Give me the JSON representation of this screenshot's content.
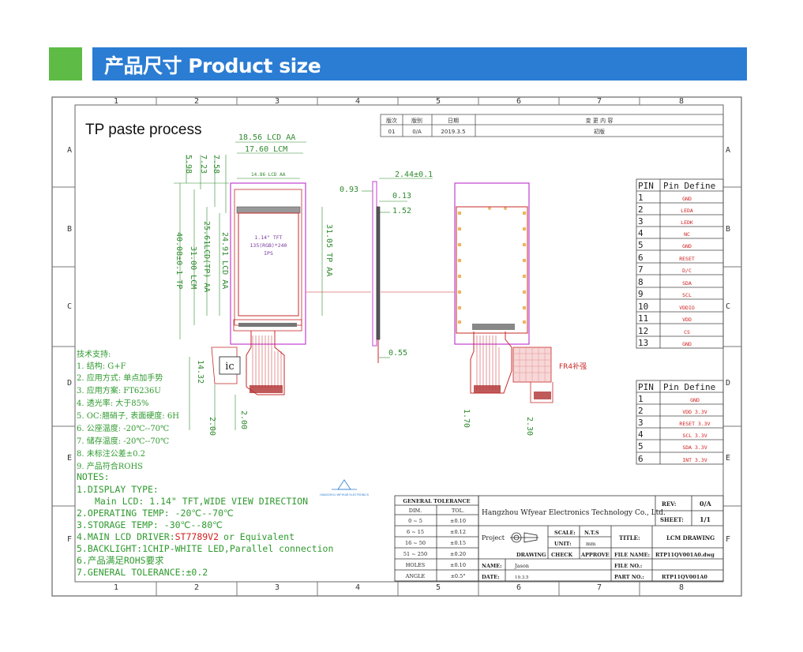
{
  "header": {
    "title": "产品尺寸 Product size"
  },
  "grid": {
    "cols": [
      "1",
      "2",
      "3",
      "4",
      "5",
      "6",
      "7",
      "8"
    ],
    "rows": [
      "A",
      "B",
      "C",
      "D",
      "E",
      "F"
    ]
  },
  "process_title": "TP paste process",
  "revision": {
    "headers": [
      "版次",
      "版别",
      "日期",
      "变  更  内  容"
    ],
    "row": [
      "01",
      "0/A",
      "2019.3.5",
      "初版"
    ]
  },
  "dims": {
    "top1": "18.56 LCD AA",
    "top2": "17.60 LCM",
    "top3": "14.86 LCD AA",
    "v598": "5.98",
    "v723": "7.23",
    "v758": "7.58",
    "side1": "2.44±0.1",
    "side2": "0.93",
    "side3": "0.13",
    "side4": "1.52",
    "side5": "0.55",
    "left1": "40.08±0.1 TP",
    "left2": "31.00 LCM",
    "left3": "25.61LCD(TP) AA",
    "left4": "24.91 LCD AA",
    "right1": "31.05 TP AA",
    "fpc1": "14.32",
    "fpc2": "2.00",
    "fpc3": "2.00",
    "fpc4": "1.70",
    "fpc5": "2.30"
  },
  "lcd_text": [
    "1.14\" TFT",
    "135(RGB)*240",
    "IPS"
  ],
  "ic_label": "ic",
  "fr4_label": "FR4补强",
  "pin_table1": {
    "headers": [
      "PIN",
      "Pin Define"
    ],
    "rows": [
      [
        "1",
        "GND"
      ],
      [
        "2",
        "LEDA"
      ],
      [
        "3",
        "LEDK"
      ],
      [
        "4",
        "NC"
      ],
      [
        "5",
        "GND"
      ],
      [
        "6",
        "RESET"
      ],
      [
        "7",
        "D/C"
      ],
      [
        "8",
        "SDA"
      ],
      [
        "9",
        "SCL"
      ],
      [
        "10",
        "VDDIO"
      ],
      [
        "11",
        "VDD"
      ],
      [
        "12",
        "CS"
      ],
      [
        "13",
        "GND"
      ]
    ]
  },
  "pin_table2": {
    "headers": [
      "PIN",
      "Pin Define"
    ],
    "rows": [
      [
        "1",
        "GND"
      ],
      [
        "2",
        "VDD 3.3V"
      ],
      [
        "3",
        "RESET 3.3V"
      ],
      [
        "4",
        "SCL 3.3V"
      ],
      [
        "5",
        "SDA 3.3V"
      ],
      [
        "6",
        "INT 3.3V"
      ]
    ]
  },
  "tech_support": [
    "技术支持:",
    "1. 结构: G+F",
    "2. 应用方式: 单点加手势",
    "3. 应用方案: FT6236U",
    "4. 透光率: 大于85%",
    "5. OC:翘硝子, 表面硬度: 6H",
    "6. 公座温度: -20℃--70℃",
    "7. 储存温度: -20℃--70℃",
    "8. 未标注公差±0.2",
    "9. 产品符合ROHS"
  ],
  "notes": {
    "title": "NOTES:",
    "display_type": "1.DISPLAY TYPE:",
    "main_lcd": "Main LCD: 1.14\" TFT,WIDE VIEW DIRECTION",
    "operating": "2.OPERATING TEMP: -20℃--70℃",
    "storage": "3.STORAGE TEMP: -30℃--80℃",
    "driver_prefix": "4.MAIN LCD DRIVER:",
    "driver_chip": "ST7789V2",
    "driver_suffix": "or Equivalent",
    "backlight": "5.BACKLIGHT:1CHIP-WHITE LED,Parallel connection",
    "rohs": "6.产品满足ROHS要求",
    "tolerance": "7.GENERAL TOLERANCE:±0.2"
  },
  "tolerance_table": {
    "title": "GENERAL TOLERANCE",
    "headers": [
      "DIM.",
      "TOL."
    ],
    "rows": [
      [
        "0 ~ 5",
        "±0.10"
      ],
      [
        "6 ~ 15",
        "±0.12"
      ],
      [
        "16 ~ 50",
        "±0.15"
      ],
      [
        "51 ~ 250",
        "±0.20"
      ],
      [
        "HOLES",
        "±0.10"
      ],
      [
        "ANGLE",
        "±0.5°"
      ]
    ]
  },
  "title_block": {
    "company": "Hangzhou Wfyear Electronics Technology Co., Ltd.",
    "rev_label": "REV:",
    "rev": "0/A",
    "sheet_label": "SHEET:",
    "sheet": "1/1",
    "project_label": "Project",
    "scale_label": "SCALE:",
    "scale": "N.T.S",
    "unit_label": "UNIT:",
    "unit": "mm",
    "title_label": "TITLE:",
    "title": "LCM DRAWING",
    "drawing": "DRAWING",
    "check": "CHECK",
    "approve": "APPROVE",
    "file_name_label": "FILE NAME:",
    "file_name": "RTP11QV001A0.dwg",
    "file_no_label": "FILE NO.:",
    "name_label": "NAME:",
    "name": "Jason",
    "part_no_label": "PART NO.:",
    "part_no": "RTP11QV001A0",
    "date_label": "DATE:",
    "date": "19.3.5"
  },
  "logo_small_text": "HANGZHOU WFYEAR ELECTRONICS"
}
